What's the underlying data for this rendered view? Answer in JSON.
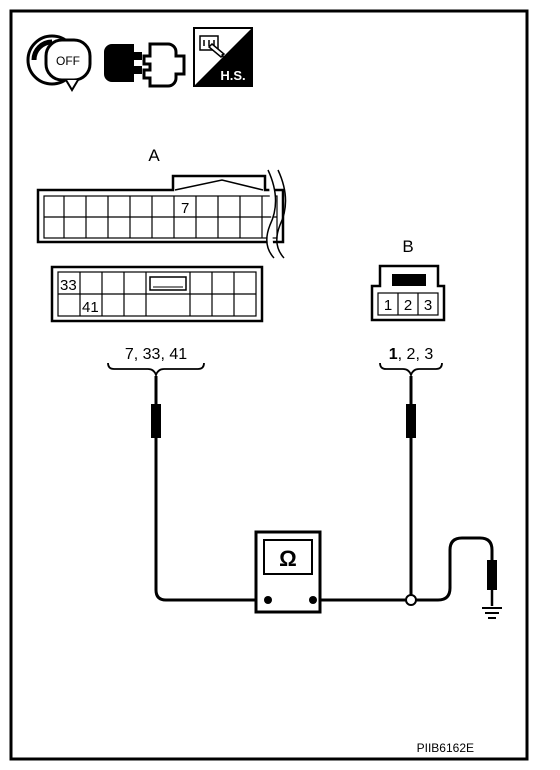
{
  "icons": {
    "ignition": {
      "name": "ignition-key-off-icon",
      "text": "OFF"
    },
    "disconnect": {
      "name": "connector-disconnect-icon"
    },
    "harness": {
      "name": "harness-side-icon",
      "text": "H.S."
    }
  },
  "connector_a": {
    "label": "A",
    "pin_upper": "7",
    "pin_lower_1": "33",
    "pin_lower_2": "41"
  },
  "connector_b": {
    "label": "B",
    "pins": [
      "1",
      "2",
      "3"
    ]
  },
  "probes": {
    "left_label": "7, 33, 41",
    "right_label_bold": "1",
    "right_label_rest": ", 2, 3"
  },
  "meter": {
    "symbol": "Ω"
  },
  "figure_code": "PIIB6162E"
}
